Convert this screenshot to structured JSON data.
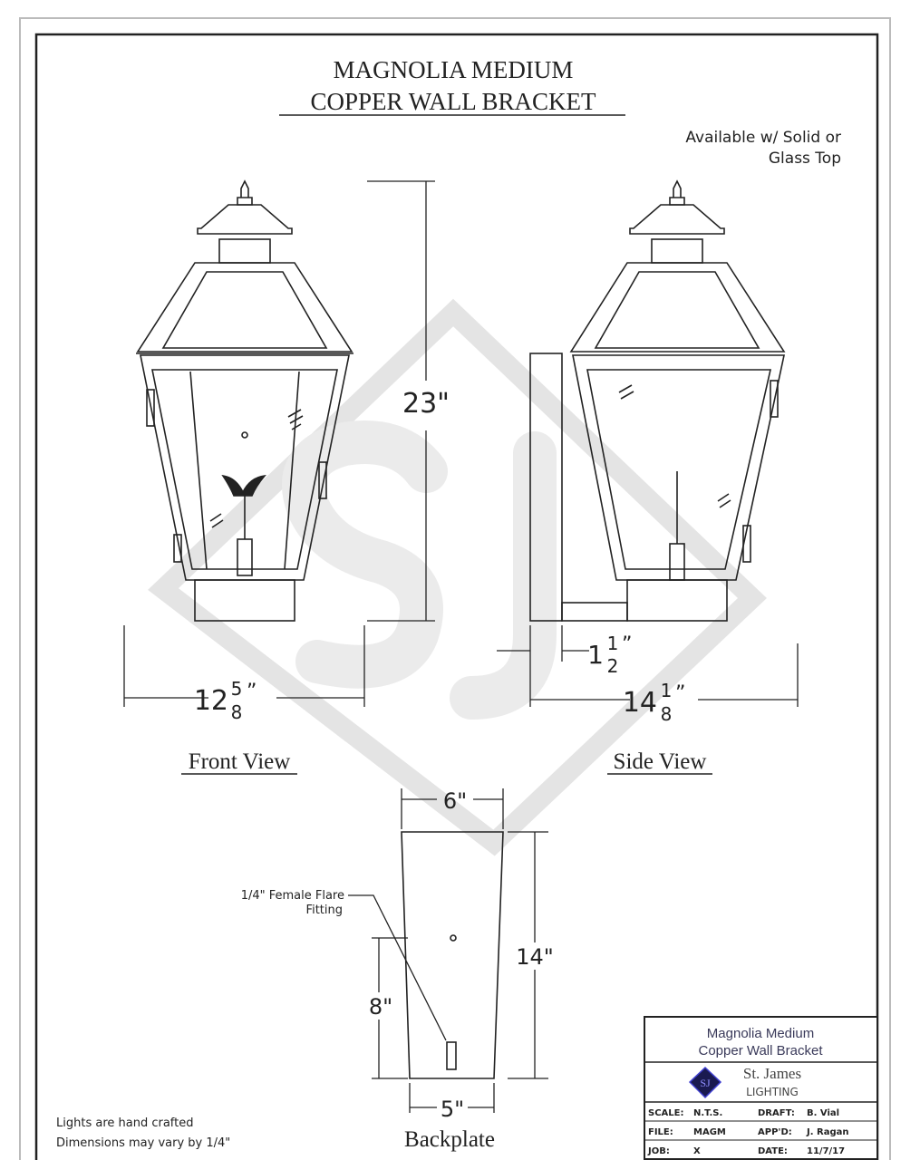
{
  "title": {
    "line1": "MAGNOLIA MEDIUM",
    "line2": "COPPER WALL BRACKET"
  },
  "note_top": {
    "line1": "Available w/ Solid or",
    "line2": "Glass Top"
  },
  "dimensions": {
    "height": "23\"",
    "front_width_whole": "12",
    "front_width_num": "5",
    "front_width_den": "8",
    "side_width_whole": "14",
    "side_width_num": "1",
    "side_width_den": "8",
    "offset_whole": "1",
    "offset_num": "1",
    "offset_den": "2",
    "backplate_top": "6\"",
    "backplate_bottom": "5\"",
    "backplate_height": "14\"",
    "fitting_height": "8\""
  },
  "views": {
    "front": "Front View",
    "side": "Side View",
    "backplate": "Backplate"
  },
  "callout": {
    "line1": "1/4\" Female Flare",
    "line2": "Fitting"
  },
  "notes": {
    "line1": "Lights are hand crafted",
    "line2": "Dimensions may vary by 1/4\""
  },
  "title_block": {
    "product_line1": "Magnolia Medium",
    "product_line2": "Copper Wall Bracket",
    "company": "St. James",
    "company_sub": "LIGHTING",
    "logo_text": "SJ",
    "scale_label": "SCALE:",
    "scale_value": "N.T.S.",
    "draft_label": "DRAFT:",
    "draft_value": "B. Vial",
    "file_label": "FILE:",
    "file_value": "MAGM",
    "appd_label": "APP'D:",
    "appd_value": "J. Ragan",
    "job_label": "JOB:",
    "job_value": "X",
    "date_label": "DATE:",
    "date_value": "11/7/17"
  },
  "watermark": "SJ",
  "colors": {
    "line": "#222222",
    "watermark": "#e6e6e6",
    "logo": "#1a1a8c",
    "title_text": "#3a3a5a"
  }
}
